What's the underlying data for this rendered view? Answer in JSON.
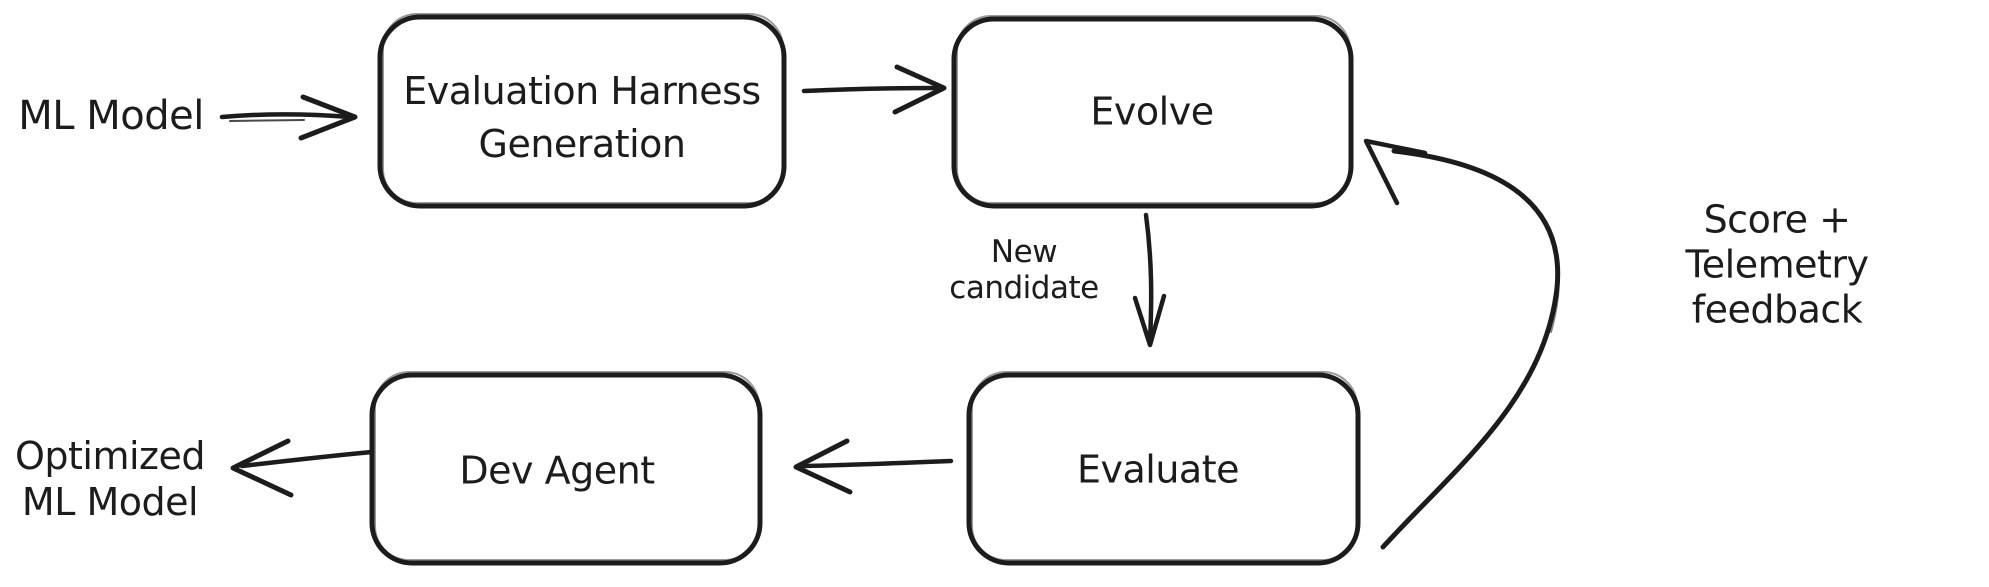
{
  "colors": {
    "ink": "#1c1c1c",
    "background": "#ffffff"
  },
  "nodes": {
    "harness": {
      "label": "Evaluation Harness\nGeneration"
    },
    "evolve": {
      "label": "Evolve"
    },
    "dev_agent": {
      "label": "Dev Agent"
    },
    "evaluate": {
      "label": "Evaluate"
    }
  },
  "annotations": {
    "input": "ML Model",
    "output": "Optimized\nML Model",
    "new_candidate": "New\ncandidate",
    "feedback": "Score +\nTelemetry feedback"
  },
  "edges": [
    {
      "from": "ML Model",
      "to": "Evaluation Harness Generation"
    },
    {
      "from": "Evaluation Harness Generation",
      "to": "Evolve"
    },
    {
      "from": "Evolve",
      "to": "Evaluate",
      "label": "New candidate"
    },
    {
      "from": "Evaluate",
      "to": "Dev Agent"
    },
    {
      "from": "Dev Agent",
      "to": "Optimized ML Model"
    },
    {
      "from": "Evaluate",
      "to": "Evolve",
      "label": "Score + Telemetry feedback"
    }
  ]
}
